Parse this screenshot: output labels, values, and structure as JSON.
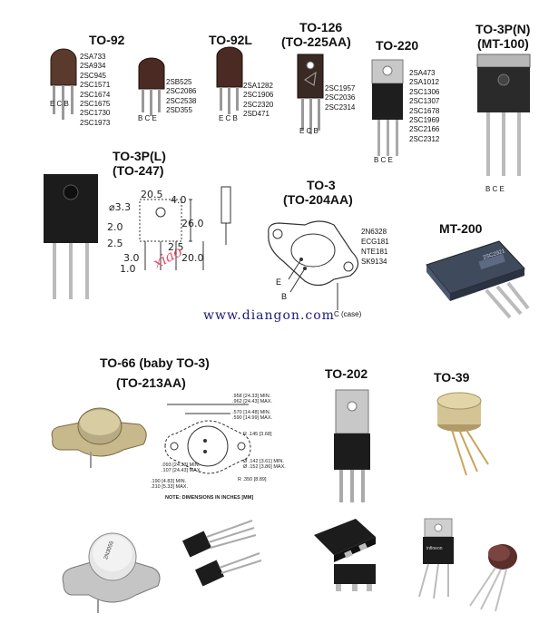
{
  "packages": {
    "to92": {
      "title": "TO-92",
      "parts": "2SA733\n2SA934\n2SC945\n2SC1571\n2SC1674\n2SC1675\n2SC1730\n2SC1973",
      "pins": "E  C  B"
    },
    "to92l": {
      "title": "TO-92L",
      "parts_a": "2SB525\n2SC2086\n2SC2538\n2SD355",
      "parts_b": "2SA1282\n2SC1906\n2SC2320\n2SD471",
      "pins_a": "B C E",
      "pins_b": "E C B"
    },
    "to126": {
      "title_1": "TO-126",
      "title_2": "(TO-225AA)",
      "parts": "2SC1957\n2SC2036\n2SC2314",
      "pins": "E C B"
    },
    "to220": {
      "title": "TO-220",
      "parts": "2SA473\n2SA1012\n2SC1306\n2SC1307\n2SC1678\n2SC1969\n2SC2166\n2SC2312",
      "pins": "B C E"
    },
    "to3pn": {
      "title_1": "TO-3P(N)",
      "title_2": "(MT-100)",
      "pins": "B     C     E"
    },
    "to3pl": {
      "title_1": "TO-3P(L)",
      "title_2": "(TO-247)"
    },
    "to3": {
      "title_1": "TO-3",
      "title_2": "(TO-204AA)",
      "parts": "2N6328\nECG181\nNTE181\nSK9134",
      "pin_e": "E",
      "pin_b": "B",
      "pin_c": "C (case)"
    },
    "mt200": {
      "title": "MT-200",
      "marking": "2SC2921"
    },
    "to66": {
      "title_1": "TO-66 (baby TO-3)",
      "title_2": "(TO-213AA)"
    },
    "to202": {
      "title": "TO-202"
    },
    "to39": {
      "title": "TO-39"
    }
  },
  "dimensions": {
    "d_hole": "⌀3.3",
    "d_205": "20.5",
    "d_40": "4.0",
    "d_260": "26.0",
    "d_20": "2.0",
    "d_25a": "2.5",
    "d_25b": "2.5",
    "d_30": "3.0",
    "d_200": "20.0",
    "d_10": "1.0"
  },
  "to66_drawing": {
    "top_1": ".958 [24.33] MIN.\n.962 [24.43] MAX.",
    "top_2": ".570 [14.48] MIN.\n.590 [14.99] MAX.",
    "r145": "R .145 [3.68]",
    "left": ".093 [24.33] MIN.\n.107 [24.43] MAX.",
    "hole": "Ø .142 [3.61] MIN.\nØ .152 [3.86] MAX.",
    "bottom": ".190 [4.83] MIN.\n.210 [5.33] MAX.",
    "r350": "R .350 [8.89]",
    "note": "NOTE: DIMENSIONS IN INCHES [MM]"
  },
  "watermark": "www.diangon.com",
  "handwritten": "xiao",
  "bottom_markings": {
    "to66_cap": "2N3055",
    "to220_tab": "infineon"
  },
  "colors": {
    "body_black": "#1c1c1c",
    "metal": "#b9b9b9",
    "gold": "#c9b47c",
    "watermark": "#1a1a7a",
    "redpen": "#e5506a"
  }
}
